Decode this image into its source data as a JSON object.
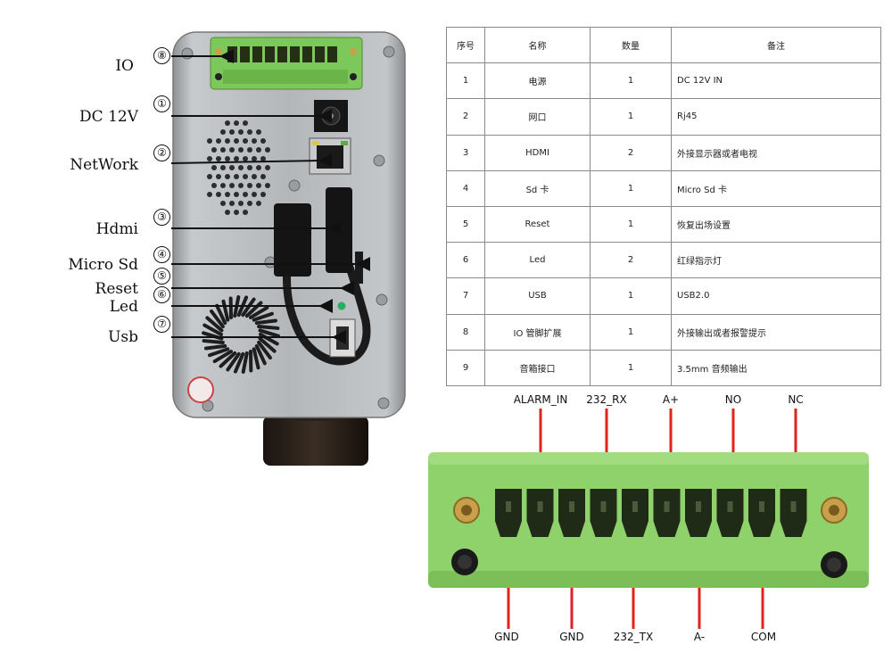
{
  "device_callouts": [
    {
      "label": "IO",
      "num": "⑧"
    },
    {
      "label": "DC 12V",
      "num": "①"
    },
    {
      "label": "NetWork",
      "num": "②"
    },
    {
      "label": "Hdmi",
      "num": "③"
    },
    {
      "label": "Micro Sd",
      "num": "④"
    },
    {
      "label": "Reset",
      "num": "⑤"
    },
    {
      "label": "Led",
      "num": "⑥"
    },
    {
      "label": "Usb",
      "num": "⑦"
    }
  ],
  "table": {
    "headers": [
      "序号",
      "名称",
      "数量",
      "备注"
    ],
    "rows": [
      [
        "1",
        "电源",
        "1",
        "DC 12V IN"
      ],
      [
        "2",
        "网口",
        "1",
        "Rj45"
      ],
      [
        "3",
        "HDMI",
        "2",
        "外接显示器或者电视"
      ],
      [
        "4",
        "Sd 卡",
        "1",
        "Micro Sd 卡"
      ],
      [
        "5",
        "Reset",
        "1",
        "恢复出场设置"
      ],
      [
        "6",
        "Led",
        "2",
        "红绿指示灯"
      ],
      [
        "7",
        "USB",
        "1",
        "USB2.0"
      ],
      [
        "8",
        "IO 管脚扩展",
        "1",
        "外接输出或者报警提示"
      ],
      [
        "9",
        "音箱接口",
        "1",
        "3.5mm 音频输出"
      ]
    ]
  },
  "connector": {
    "top_labels": [
      "ALARM_IN",
      "232_RX",
      "A+",
      "NO",
      "NC"
    ],
    "bottom_labels": [
      "GND",
      "GND",
      "232_TX",
      "A-",
      "COM"
    ]
  },
  "colors": {
    "terminal_green": "#8fd16a",
    "terminal_green_dark": "#6fb34c",
    "pin_line_red": "#e0231b",
    "device_silver": "#b9bcbf",
    "arrow_black": "#111111"
  }
}
